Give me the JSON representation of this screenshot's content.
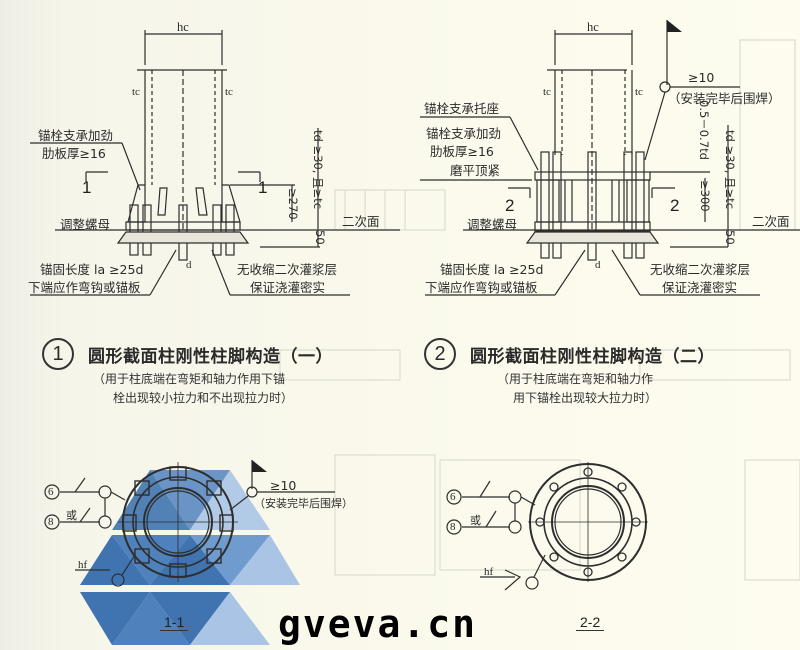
{
  "detail1": {
    "number": "1",
    "title": "圆形截面柱刚性柱脚构造（一）",
    "note_line1": "（用于柱底端在弯矩和轴力作用下锚",
    "note_line2": "栓出现较小拉力和不出现拉力时）",
    "dim_hc": "hc",
    "dim_tc_left": "tc",
    "dim_tc_right": "tc",
    "label_stiffener_1": "锚栓支承加劲",
    "label_stiffener_2": "肋板厚≥16",
    "section_mark": "1",
    "label_adjust_nut": "调整螺母",
    "dim_270": "≥270",
    "dim_td": "td ≥30, 且≥tc",
    "label_secondary_surface": "二次面",
    "dim_50": "50",
    "label_anchor_1": "锚固长度 la ≥25d",
    "label_anchor_2": "下端应作弯钩或锚板",
    "dim_d": "d",
    "label_grout_1": "无收缩二次灌浆层",
    "label_grout_2": "保证浇灌密实"
  },
  "detail2": {
    "number": "2",
    "title": "圆形截面柱刚性柱脚构造（二）",
    "note_line1": "（用于柱底端在弯矩和轴力作",
    "note_line2": "用下锚栓出现较大拉力时）",
    "dim_hc": "hc",
    "dim_tc_left": "tc",
    "dim_tc_right": "tc",
    "weld_size": "≥10",
    "weld_note": "（安装完毕后围焊）",
    "label_bracket": "锚栓支承托座",
    "label_stiffener_1": "锚栓支承加劲",
    "label_stiffener_2": "肋板厚≥16",
    "label_milled": "磨平顶紧",
    "section_mark": "2",
    "label_adjust_nut": "调整螺母",
    "dim_300": "≥300",
    "dim_07td": "0.5－0.7td",
    "dim_td": "td ≥30, 且≥tc",
    "label_secondary_surface": "二次面",
    "dim_50": "50",
    "label_anchor_1": "锚固长度 la ≥25d",
    "label_anchor_2": "下端应作弯钩或锚板",
    "dim_d": "d",
    "label_grout_1": "无收缩二次灌浆层",
    "label_grout_2": "保证浇灌密实"
  },
  "section1": {
    "caption": "1-1",
    "ref_6": "6",
    "ref_8": "8",
    "or_label": "或",
    "hf_label": "hf",
    "weld_size": "≥10",
    "weld_note": "（安装完毕后围焊）"
  },
  "section2": {
    "caption": "2-2",
    "ref_6": "6",
    "ref_8": "8",
    "or_label": "或",
    "hf_label": "hf"
  },
  "watermark": {
    "text": "gveva.cn",
    "logo_colors": [
      "#3f74b0",
      "#6f9bcf",
      "#a9c4e4"
    ]
  }
}
